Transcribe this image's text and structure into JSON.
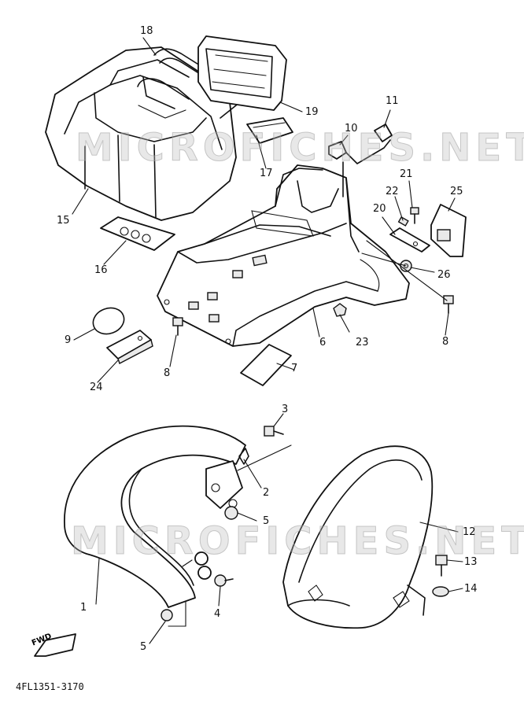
{
  "diagram": {
    "watermark_text": "MICROFICHES.NET",
    "drawing_code": "4FL1351-3170",
    "fwd_label": "FWD",
    "callouts": {
      "c1": "1",
      "c2": "2",
      "c3": "3",
      "c4": "4",
      "c5a": "5",
      "c5b": "5",
      "c6": "6",
      "c7": "7",
      "c8a": "8",
      "c8b": "8",
      "c9": "9",
      "c10": "10",
      "c11": "11",
      "c12": "12",
      "c13": "13",
      "c14": "14",
      "c15": "15",
      "c16": "16",
      "c17": "17",
      "c18": "18",
      "c19": "19",
      "c20": "20",
      "c21": "21",
      "c22": "22",
      "c23": "23",
      "c24": "24",
      "c25": "25",
      "c26": "26"
    }
  }
}
